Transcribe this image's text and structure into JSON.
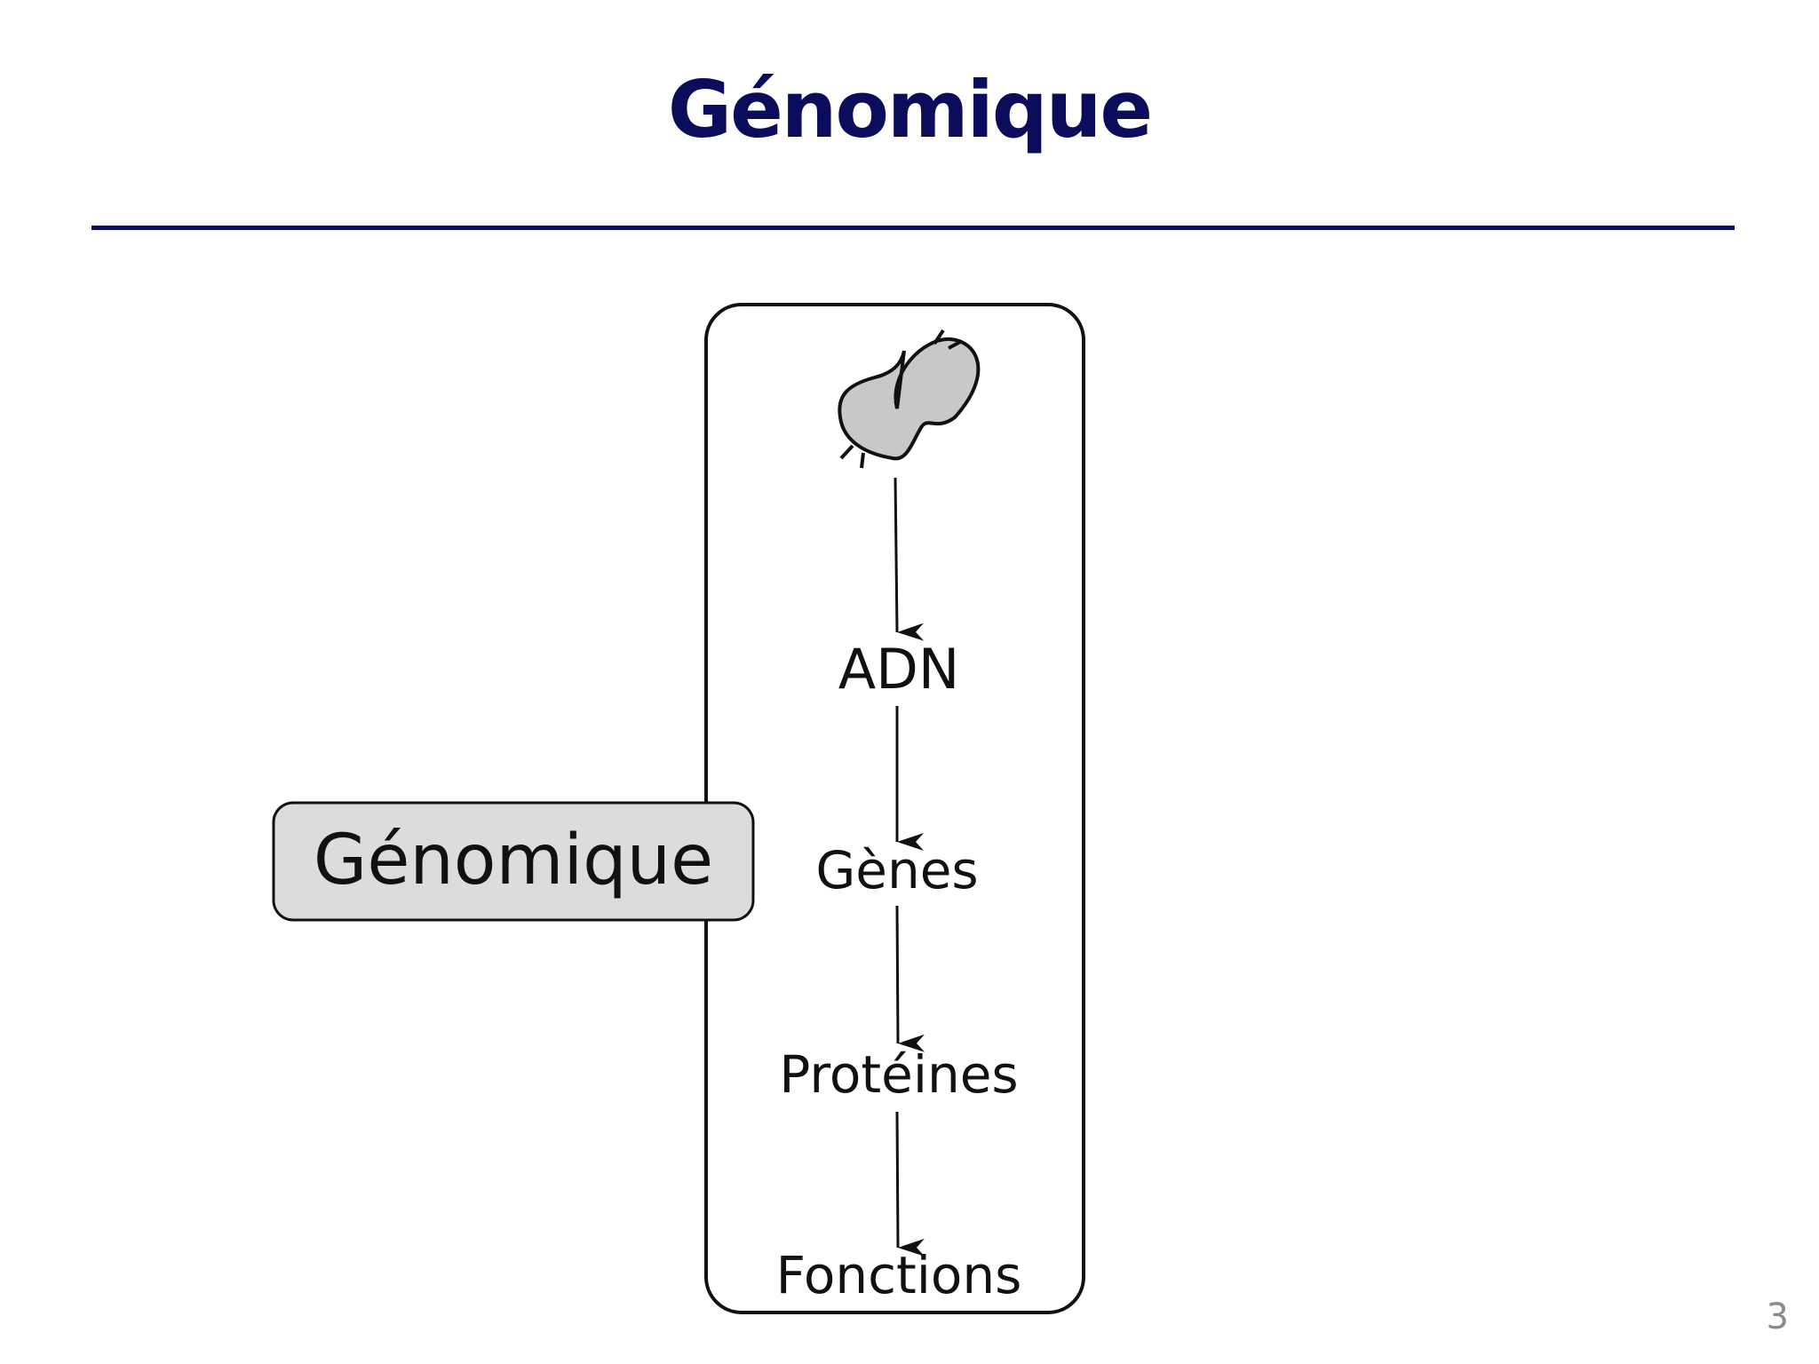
{
  "slide": {
    "title": "Génomique",
    "page_number": "3"
  },
  "diagram": {
    "steps": [
      "ADN",
      "Gènes",
      "Protéines",
      "Fonctions"
    ],
    "highlight_label": "Génomique",
    "organism_icon": "bacterium-icon"
  },
  "colors": {
    "title": "#0c0c5c",
    "highlight_fill": "#dcdcdc",
    "organism_fill": "#c8c8c8"
  }
}
